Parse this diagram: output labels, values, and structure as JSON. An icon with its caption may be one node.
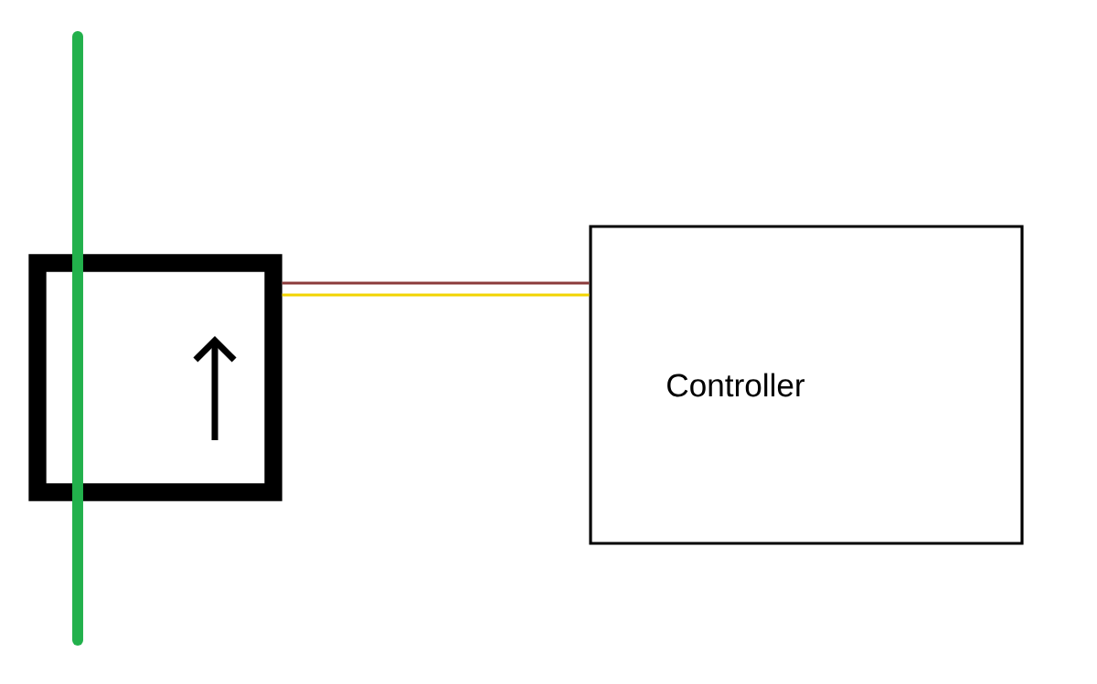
{
  "diagram": {
    "nodes": [
      {
        "text": [],
        "shape": "box"
      },
      {
        "text": [
          "Controller"
        ]
      }
    ],
    "edges": [
      {
        "from": 0,
        "to": 1,
        "arrow": "none",
        "color": "#8b3a3a"
      },
      {
        "from": 0,
        "to": 1,
        "arrow": "none",
        "color": "#f2d400"
      }
    ]
  }
}
